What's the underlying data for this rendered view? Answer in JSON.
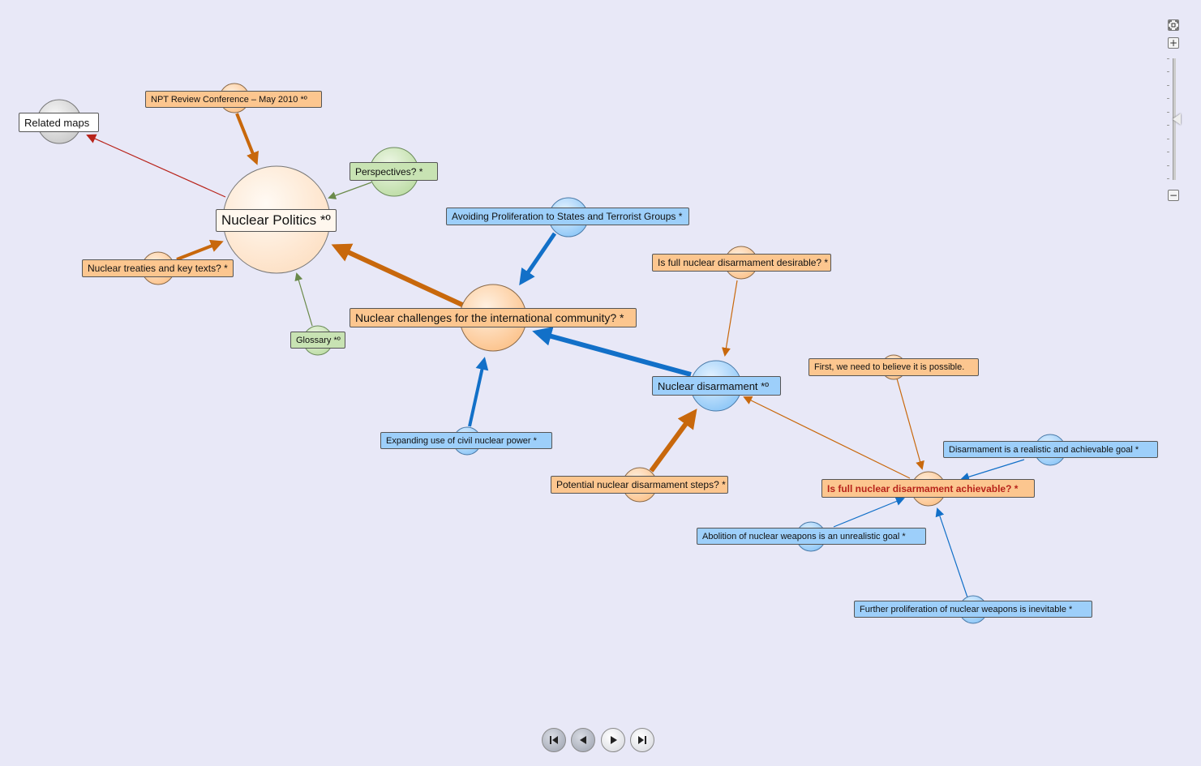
{
  "map": {
    "nodes": {
      "related_maps": "Related maps",
      "npt_review": "NPT Review Conference – May 2010 *º",
      "nuclear_politics": "Nuclear Politics *º",
      "perspectives": "Perspectives? *",
      "nuclear_treaties": "Nuclear treaties and key texts? *",
      "glossary": "Glossary *º",
      "avoiding_proliferation": "Avoiding Proliferation to States and Terrorist Groups *",
      "nuclear_challenges": "Nuclear challenges for the international community? *",
      "full_disarmament_desirable": "Is full nuclear disarmament desirable? *",
      "nuclear_disarmament": "Nuclear disarmament *º",
      "first_believe": "First, we need to believe it is possible.",
      "expanding_civil": "Expanding use of civil nuclear power *",
      "disarmament_realistic": "Disarmament is a realistic and achievable goal *",
      "potential_steps": "Potential nuclear disarmament steps? *",
      "full_disarmament_achievable": "Is full nuclear disarmament achievable? *",
      "abolition_unrealistic": "Abolition of nuclear weapons is an unrealistic goal *",
      "further_proliferation": "Further proliferation of nuclear weapons is inevitable *"
    },
    "colors": {
      "background": "#e8e8f7",
      "orange_link": "#c8680c",
      "blue_link": "#1270c8",
      "green_link": "#6a8a4a",
      "red_link": "#b8231a",
      "orange_node": "#fcc68f",
      "blue_node": "#9dcffa",
      "green_node": "#c8e3b3"
    }
  },
  "zoom_control": {
    "fit_icon": "fit-to-screen-icon",
    "zoom_in_label": "+",
    "zoom_out_label": "−",
    "zoom_level": 0.5
  },
  "navigation": {
    "first_icon": "skip-to-start-icon",
    "previous_icon": "step-back-icon",
    "play_icon": "play-icon",
    "last_icon": "skip-to-end-icon"
  }
}
